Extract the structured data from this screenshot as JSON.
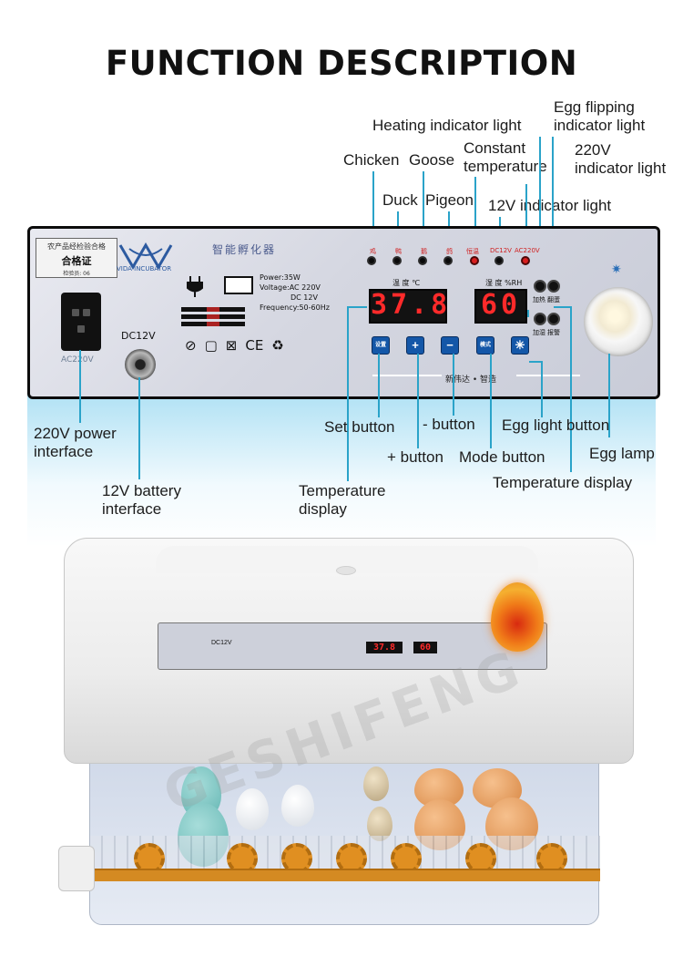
{
  "title": "FUNCTION DESCRIPTION",
  "labels": {
    "egg_flipping_light": "Egg flipping\nindicator light",
    "heating_light": "Heating indicator light",
    "chicken": "Chicken",
    "goose": "Goose",
    "constant_temperature": "Constant\ntemperature",
    "v220_light": "220V\nindicator light",
    "duck": "Duck",
    "pigeon": "Pigeon",
    "v12_light": "12V indicator light",
    "power_interface": "220V power\ninterface",
    "battery_interface": "12V battery\ninterface",
    "set_button": "Set button",
    "minus_button": "- button",
    "egg_light_button": "Egg light button",
    "plus_button": "+ button",
    "mode_button": "Mode button",
    "egg_lamp": "Egg lamp",
    "temperature_display_left": "Temperature\ndisplay",
    "temperature_display_right": "Temperature display"
  },
  "panel": {
    "cert_line1": "农产品经检验合格",
    "cert_line2": "合格证",
    "cert_line3": "检验员: 06",
    "brand": "VIDA INCUBATOR",
    "cn_title": "智能孵化器",
    "specs": [
      "Power:35W",
      "Voltage:AC 220V",
      "DC 12V",
      "Frequency:50-60Hz"
    ],
    "ac_label": "AC220V",
    "dc_label": "DC12V",
    "cert_marks": [
      "⊘",
      "▢",
      "⊠",
      "CE",
      "♻"
    ],
    "led_labels": [
      "鸡",
      "鸭",
      "鹅",
      "鸽",
      "恒温",
      "DC12V",
      "AC220V"
    ],
    "temp_header": "温 度 ℃",
    "humid_header": "湿 度 %RH",
    "temp_value": "37.8",
    "humid_value": "60",
    "btn_set": "设置",
    "btn_plus": "+",
    "btn_minus": "−",
    "btn_mode": "模式",
    "btn_light": "✳",
    "side_labels": [
      "加热",
      "翻蛋",
      "加湿",
      "报警"
    ],
    "maker": "新伟达 • 智造"
  },
  "product": {
    "dc_label": "DC12V",
    "temp_value": "37.8",
    "humid_value": "60",
    "watermark": "GESHIFENG"
  },
  "colors": {
    "callout_line": "#2aa3c9",
    "led_red": "#d81e1e",
    "button_blue": "#1457a8",
    "display_red": "#ff2a2a"
  }
}
